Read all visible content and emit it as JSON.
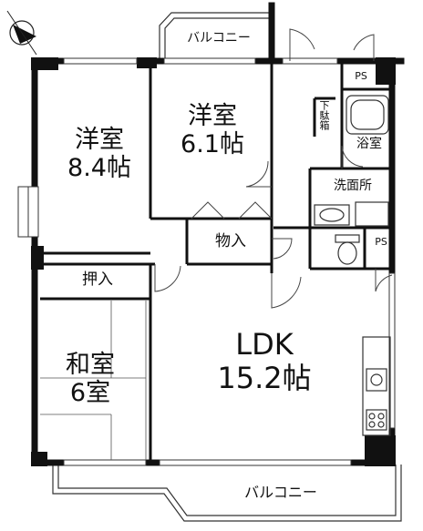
{
  "rooms": {
    "western_a": {
      "name": "洋室",
      "size": "8.4帖"
    },
    "western_b": {
      "name": "洋室",
      "size": "6.1帖"
    },
    "japanese": {
      "name": "和室",
      "size": "6室"
    },
    "ldk": {
      "name": "LDK",
      "size": "15.2帖"
    },
    "storage": "物入",
    "closet": "押入",
    "washroom": "洗面所",
    "bathroom": "浴室",
    "shoe_box": "下駄箱",
    "ps_top": "PS",
    "ps_mid": "PS"
  },
  "balconies": {
    "top": "バルコニー",
    "bottom": "バルコニー"
  }
}
